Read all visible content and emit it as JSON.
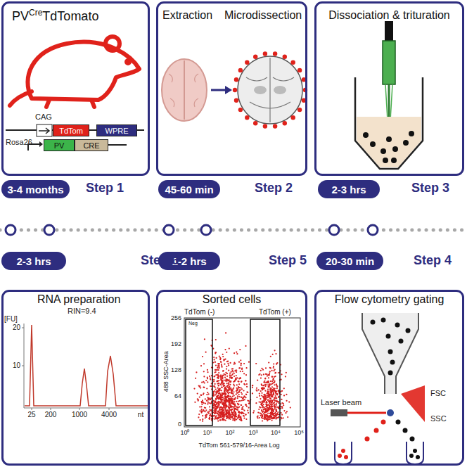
{
  "diagram": {
    "nodes": [
      {
        "text": [
          "PV",
          "Cre",
          "TdTomato"
        ]
      },
      {
        "text": [
          "TdTom"
        ],
        "in": 0
      },
      {
        "text": [
          "WPRE"
        ],
        "in": 0
      },
      {
        "text": [
          "PV"
        ],
        "in": 0
      },
      {
        "text": [
          "CRE"
        ],
        "in": 0
      },
      {
        "text": [
          "Extraction",
          "Microdissection"
        ]
      },
      {
        "text": [
          "Dissociation & trituration"
        ]
      },
      {
        "text": [
          "3-4 months"
        ]
      },
      {
        "text": [
          "45-60 min"
        ]
      },
      {
        "text": [
          "2-3 hrs"
        ]
      },
      {
        "text": [
          "2-3 hrs"
        ]
      },
      {
        "text": [
          "1-2 hrs"
        ]
      },
      {
        "text": [
          "20-30 min"
        ]
      },
      {
        "text": [
          "RNA preparation"
        ]
      },
      {
        "text": [
          "Sorted cells"
        ]
      },
      {
        "text": [
          "Flow cytometry gating"
        ]
      }
    ],
    "labels": [
      "Step 1",
      "Step 2",
      "Step 3",
      "Step 6",
      "Step 5",
      "Step 4",
      "CAG",
      "Rosa26",
      "Laser beam",
      "FSC",
      "SSC",
      "TdTom (-)",
      "TdTom (+)",
      "256",
      "192",
      "128",
      "64",
      "0",
      "488 SSC-Area",
      "10⁰",
      "10¹",
      "10²",
      "10³",
      "10⁴",
      "10⁵",
      "TdTom 561-579/16-Area Log",
      "Neg",
      "RIN=9.4",
      "[FU]",
      "20",
      "10",
      "25",
      "200",
      "1000",
      "4000",
      "nt"
    ]
  }
}
